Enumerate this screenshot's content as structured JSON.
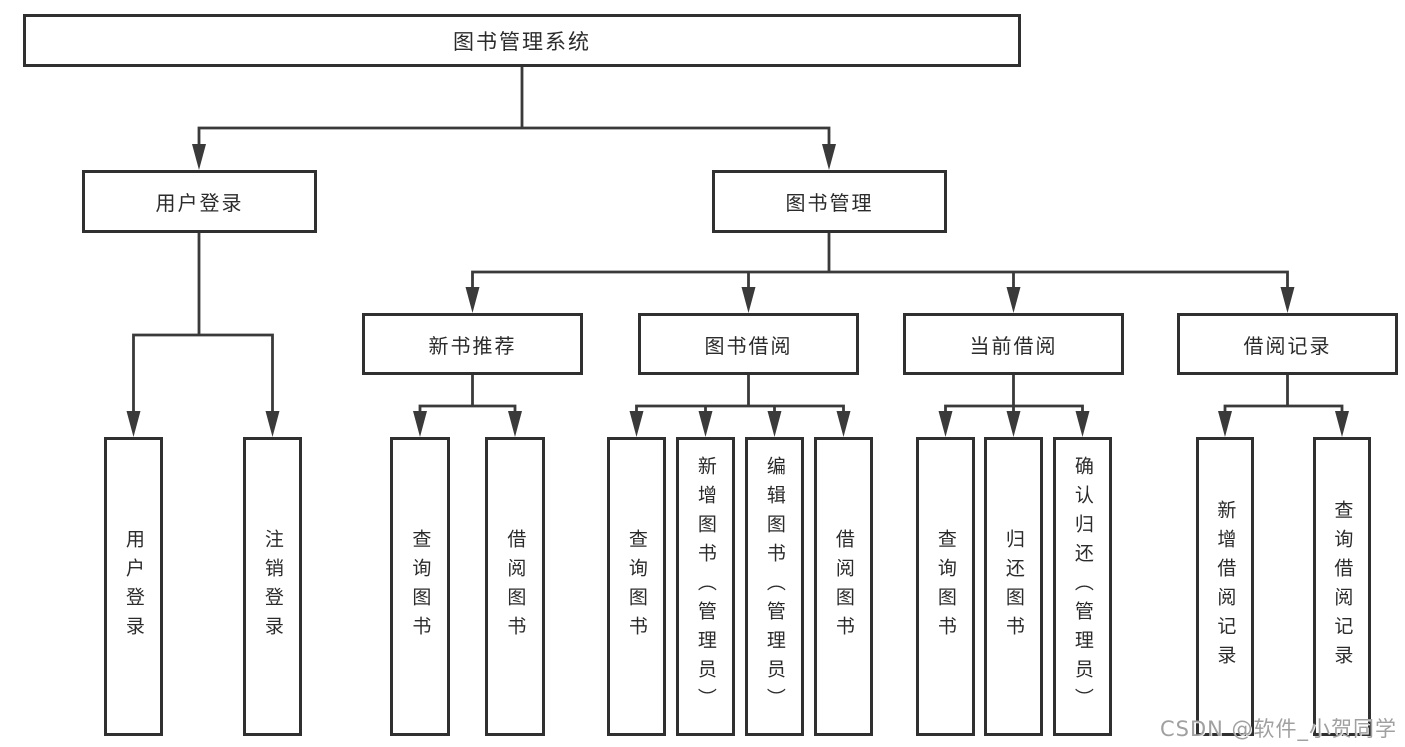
{
  "colors": {
    "line": "#3a3a3a",
    "box_border": "#303030",
    "text": "#2b2b2b",
    "background": "#ffffff",
    "watermark": "#a0a0a0"
  },
  "title": {
    "label": "图书管理系统"
  },
  "tree": {
    "login": {
      "label": "用户登录",
      "children": [
        {
          "label": "用户登录"
        },
        {
          "label": "注销登录"
        }
      ]
    },
    "management": {
      "label": "图书管理",
      "groups": [
        {
          "label": "新书推荐",
          "children": [
            {
              "label": "查询图书"
            },
            {
              "label": "借阅图书"
            }
          ]
        },
        {
          "label": "图书借阅",
          "children": [
            {
              "label": "查询图书"
            },
            {
              "label": "新增图书（管理员）"
            },
            {
              "label": "编辑图书（管理员）"
            },
            {
              "label": "借阅图书"
            }
          ]
        },
        {
          "label": "当前借阅",
          "children": [
            {
              "label": "查询图书"
            },
            {
              "label": "归还图书"
            },
            {
              "label": "确认归还（管理员）"
            }
          ]
        },
        {
          "label": "借阅记录",
          "children": [
            {
              "label": "新增借阅记录"
            },
            {
              "label": "查询借阅记录"
            }
          ]
        }
      ]
    }
  },
  "watermark": {
    "text": "CSDN @软件_小贺同学"
  }
}
